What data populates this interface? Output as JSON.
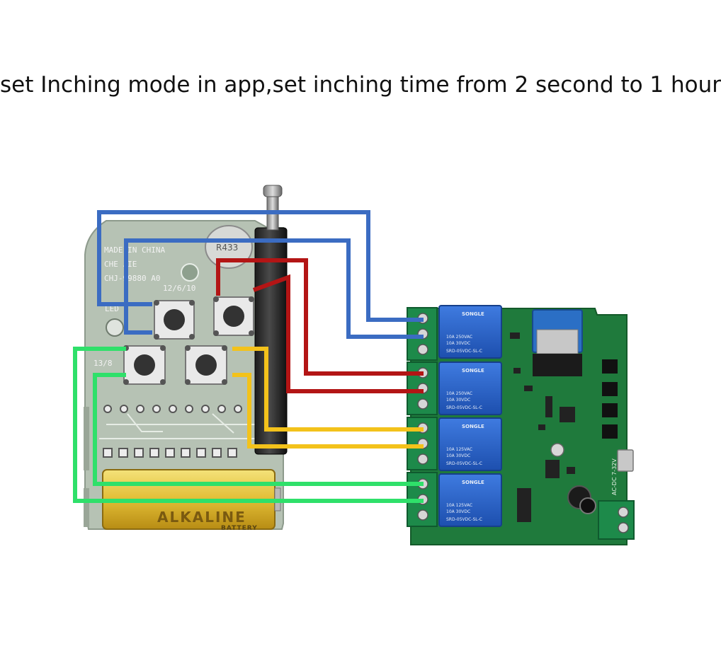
{
  "caption": "set Inching mode in app,set inching time from 2 second to 1 hour",
  "remote": {
    "silk_line1": "MADE IN CHINA",
    "silk_line2": "CHE JIE",
    "silk_line3": "CHJ-99880 A0",
    "silk_line4": "12/6/10",
    "silk_led": "LED",
    "silk_voltage": "13/8",
    "crystal_label": "R433",
    "battery_brand": "ALKALINE",
    "battery_sub": "BATTERY"
  },
  "relay": {
    "brand": "SONGLE",
    "rating1": "10A 250VAC",
    "rating2": "10A 125VAC",
    "rating3": "10A 30VDC",
    "model": "SRD-05VDC-SL-C",
    "power_label": "AC-DC 7-32V"
  },
  "colors": {
    "blue_wire": "#3b6cc2",
    "red_wire": "#b31515",
    "yellow_wire": "#f3c21b",
    "green_wire": "#2fe06a",
    "remote_pcb": "#b3c0b1",
    "relay_pcb": "#1f7a3c",
    "relay_body": "#2760c8",
    "terminal": "#1d8a4a"
  }
}
